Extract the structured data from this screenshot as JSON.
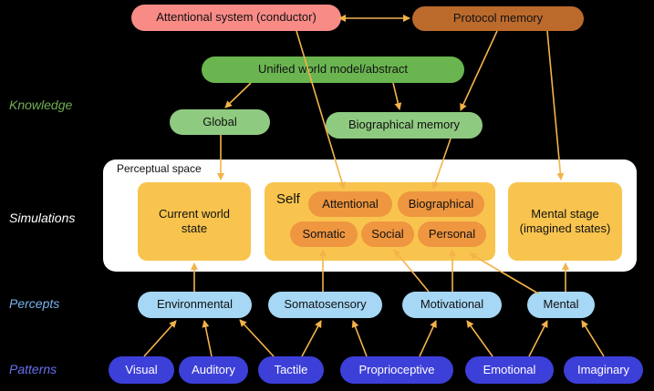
{
  "colors": {
    "attention": "#f98b87",
    "protocol": "#bc6a2c",
    "unified": "#6ab550",
    "knowledge": "#8fca81",
    "simulation": "#f8c44e",
    "self_part": "#ef9640",
    "percept": "#a6d7f5",
    "pattern": "#3d3fd9",
    "arrow": "#f3b34a",
    "label_knowledge": "#6fae55",
    "label_simulations": "#ffffff",
    "label_percepts": "#78b4f0",
    "label_patterns": "#6a6ff0"
  },
  "row_labels": {
    "knowledge": "Knowledge",
    "simulations": "Simulations",
    "percepts": "Percepts",
    "patterns": "Patterns"
  },
  "top": {
    "attentional_system": "Attentional system (conductor)",
    "protocol_memory": "Protocol memory"
  },
  "knowledge": {
    "unified": "Unified world model/abstract",
    "global": "Global",
    "biographical_memory": "Biographical memory"
  },
  "perceptual_space": {
    "title": "Perceptual space",
    "current_world_state": "Current world state",
    "self_title": "Self",
    "self_parts": {
      "attentional": "Attentional",
      "biographical": "Biographical",
      "somatic": "Somatic",
      "social": "Social",
      "personal": "Personal"
    },
    "mental_stage": "Mental stage (imagined states)"
  },
  "percepts": {
    "environmental": "Environmental",
    "somatosensory": "Somatosensory",
    "motivational": "Motivational",
    "mental": "Mental"
  },
  "patterns": {
    "visual": "Visual",
    "auditory": "Auditory",
    "tactile": "Tactile",
    "proprioceptive": "Proprioceptive",
    "emotional": "Emotional",
    "imaginary": "Imaginary"
  }
}
